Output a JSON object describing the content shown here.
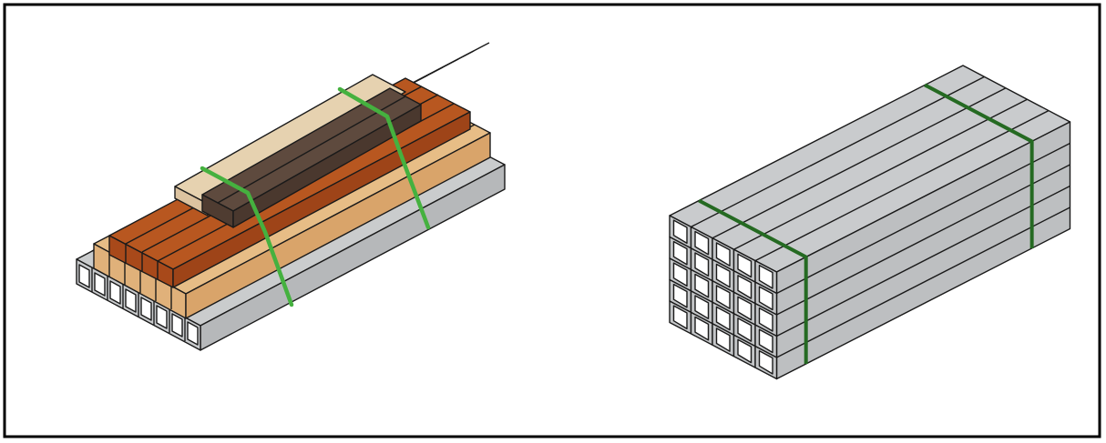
{
  "figure": {
    "border_color": "#000000",
    "background": "#ffffff",
    "stroke": "#1a1a1a"
  },
  "left_bundle": {
    "description_icon": "mixed-lumber-bundle-icon",
    "layers": [
      {
        "name": "bottom",
        "material": "steel-tube",
        "color": "#c4c6c8",
        "count": 8
      },
      {
        "name": "second",
        "material": "light-wood",
        "color": "#e3b47a",
        "count": 6
      },
      {
        "name": "third",
        "material": "rust-wood",
        "color": "#b9541d",
        "count": 4
      },
      {
        "name": "top",
        "material": "pale-wood-and-dark-beam",
        "colors": [
          "#e1caa6",
          "#5e4a3e"
        ],
        "count": 2
      }
    ],
    "strap_color": "#45b13f",
    "straps": 2
  },
  "right_bundle": {
    "description_icon": "steel-tube-bundle-icon",
    "rows": 5,
    "columns": 5,
    "tube_color": "#c4c6c8",
    "strap_color": "#256a22",
    "straps": 2
  }
}
